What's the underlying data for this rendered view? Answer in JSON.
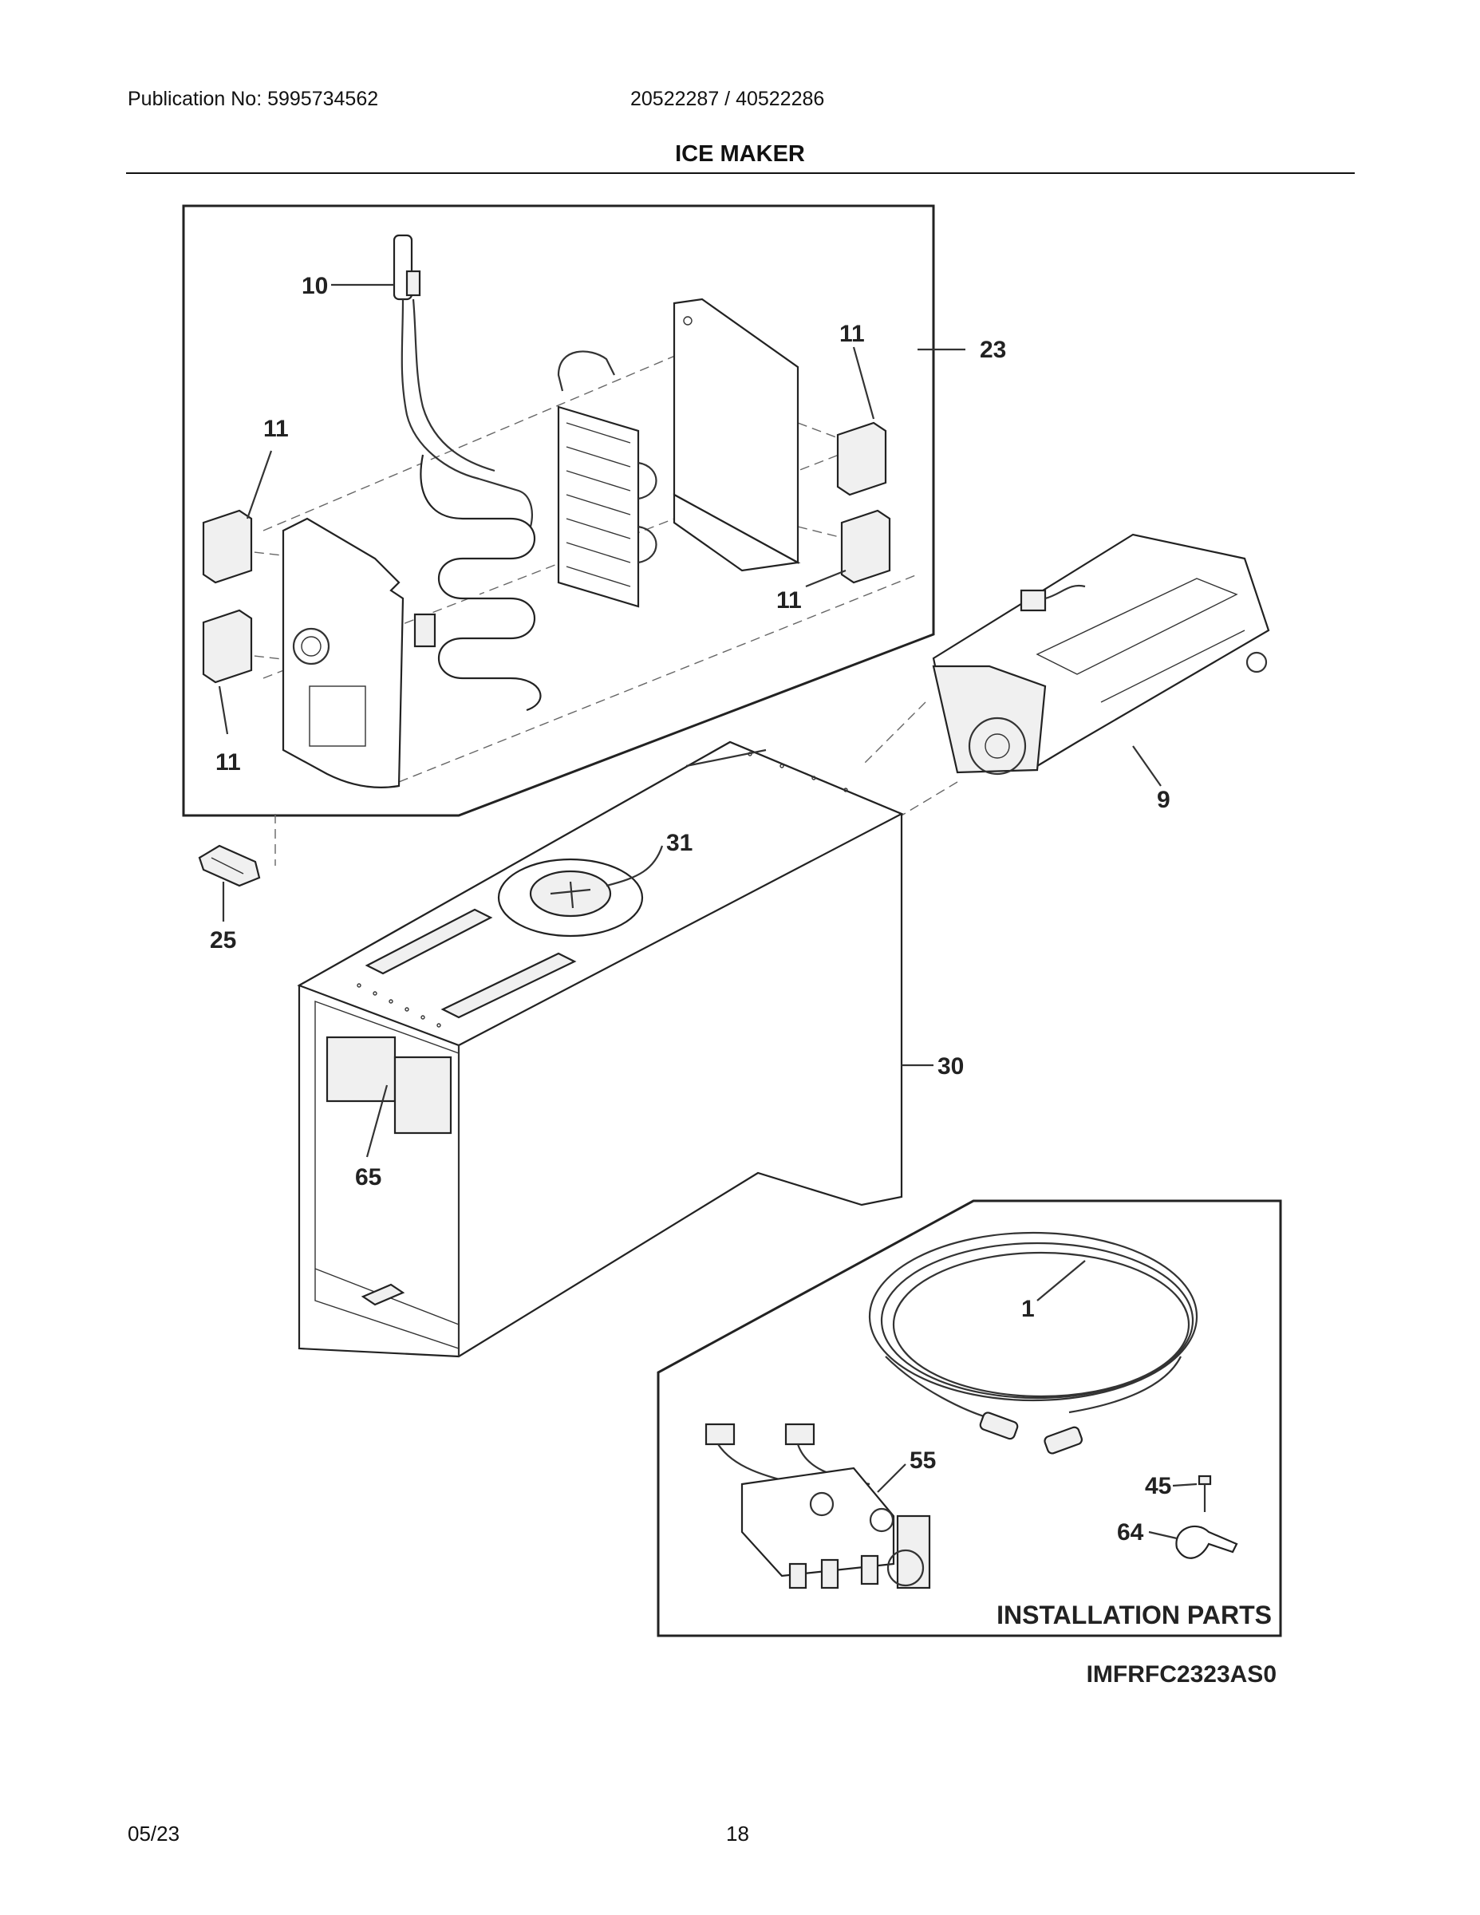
{
  "header": {
    "publication": "Publication No: 5995734562",
    "models": "20522287 / 40522286",
    "title": "ICE MAKER"
  },
  "callouts": {
    "c10": "10",
    "c11a": "11",
    "c11b": "11",
    "c11c": "11",
    "c11d": "11",
    "c23": "23",
    "c9": "9",
    "c25": "25",
    "c31": "31",
    "c30": "30",
    "c65": "65",
    "c1": "1",
    "c55": "55",
    "c45": "45",
    "c64": "64"
  },
  "installation_label": "INSTALLATION PARTS",
  "diagram_code": "IMFRFC2323AS0",
  "footer": {
    "date": "05/23",
    "page": "18"
  }
}
